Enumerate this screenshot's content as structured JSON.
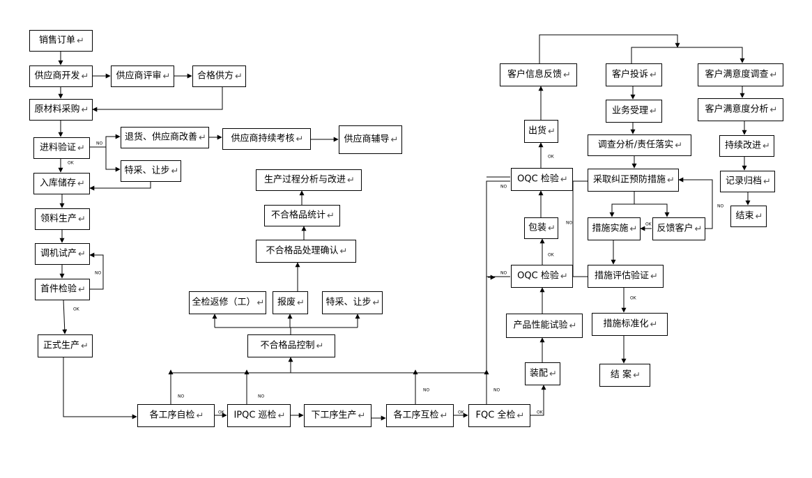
{
  "colors": {
    "line": "#000000",
    "box_fill": "#ffffff",
    "text": "#000000",
    "para_mark": "#555555"
  },
  "para_mark": "↵",
  "nodes": {
    "sales_order": "销售订单",
    "supplier_dev": "供应商开发",
    "supplier_eval": "供应商评审",
    "qualified_supplier": "合格供方",
    "raw_purchase": "原材料采购",
    "incoming_insp": "进料验证",
    "return_improve": "退货、供应商改善",
    "supplier_assess": "供应商持续考核",
    "supplier_coach": "供应商辅导",
    "special_concession_1": "特采、让步",
    "warehousing": "入库储存",
    "material_issue": "领料生产",
    "trial_run": "调机试产",
    "first_piece": "首件检验",
    "formal_prod": "正式生产",
    "self_check": "各工序自检",
    "ipqc": "IPQC 巡检",
    "next_process": "下工序生产",
    "mutual_check": "各工序互检",
    "fqc": "FQC 全检",
    "nc_control": "不合格品控制",
    "rework": "全检返修（工）",
    "scrap": "报废",
    "special_concession_2": "特采、让步",
    "nc_confirm": "不合格品处理确认",
    "nc_stats": "不合格品统计",
    "process_improve": "生产过程分析与改进",
    "assembly": "装配",
    "perf_test": "产品性能试验",
    "oqc_1": "OQC 检验",
    "packing": "包装",
    "oqc_2": "OQC 检验",
    "shipping": "出货",
    "customer_feedback": "客户信息反馈",
    "complaint": "客户投诉",
    "accept": "业务受理",
    "investigate": "调查分析/责任落实",
    "corrective": "采取纠正预防措施",
    "implement": "措施实施",
    "feedback_customer": "反馈客户",
    "evaluate": "措施评估验证",
    "standardize": "措施标准化",
    "close": "结  案",
    "satisfaction_survey": "客户满意度调查",
    "satisfaction_analysis": "客户满意度分析",
    "continuous_improve": "持续改进",
    "record": "记录归档",
    "end": "结束"
  },
  "edge_labels": {
    "no": "NO",
    "ok": "OK"
  }
}
